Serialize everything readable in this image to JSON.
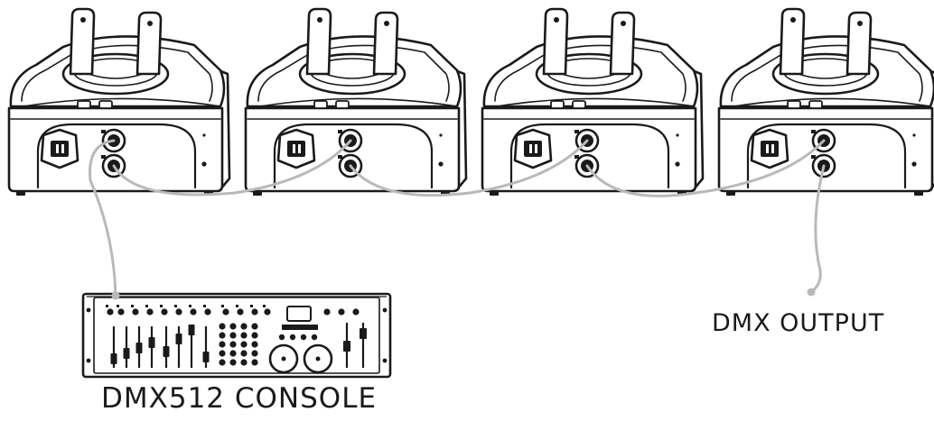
{
  "labels": {
    "console": "DMX512 CONSOLE",
    "output": "DMX OUTPUT"
  },
  "colors": {
    "line": "#1a1a1a",
    "cable": "#b9b9b9",
    "background": "#ffffff"
  },
  "fixtures": [
    {
      "id": "fixture-1"
    },
    {
      "id": "fixture-2"
    },
    {
      "id": "fixture-3"
    },
    {
      "id": "fixture-4"
    }
  ],
  "cables": [
    {
      "from": "console",
      "to": "fixture-1-dmx-in"
    },
    {
      "from": "fixture-1-dmx-out",
      "to": "fixture-2-dmx-in"
    },
    {
      "from": "fixture-2-dmx-out",
      "to": "fixture-3-dmx-in"
    },
    {
      "from": "fixture-3-dmx-out",
      "to": "fixture-4-dmx-in"
    },
    {
      "from": "fixture-4-dmx-out",
      "to": "dmx-output"
    }
  ]
}
